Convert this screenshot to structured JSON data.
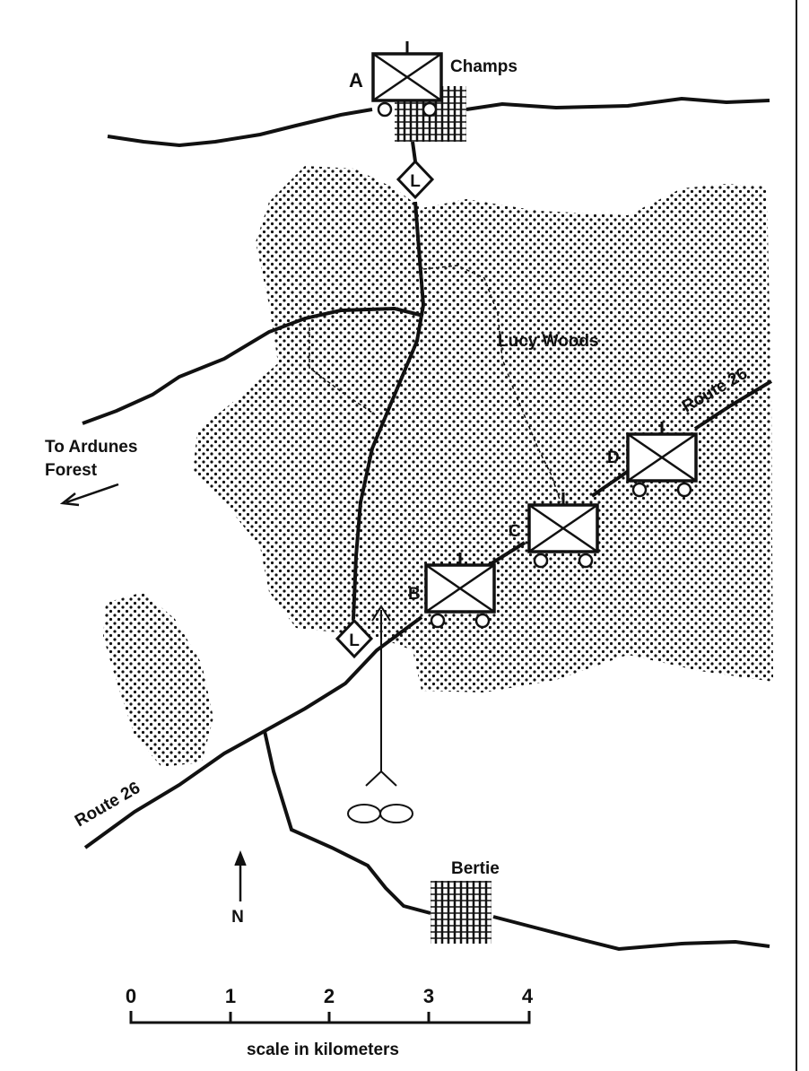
{
  "places": {
    "champs": "Champs",
    "bertie": "Bertie",
    "lucy_woods": "Lucy Woods",
    "ardunes_line1": "To Ardunes",
    "ardunes_line2": "Forest"
  },
  "roads": {
    "route_label_ne": "Route 26",
    "route_label_sw": "Route 26"
  },
  "positions": {
    "a": "A",
    "b": "B",
    "c": "C",
    "d": "D"
  },
  "landmarks": {
    "l_north": "L",
    "l_south": "L"
  },
  "north_arrow": {
    "label": "N"
  },
  "scale": {
    "ticks": [
      "0",
      "1",
      "2",
      "3",
      "4"
    ],
    "caption": "scale in kilometers"
  }
}
